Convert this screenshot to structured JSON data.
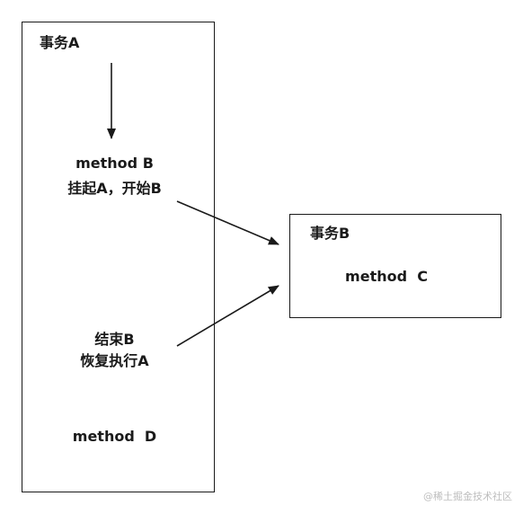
{
  "transaction_a": {
    "title": "事务A",
    "method_b": "method B",
    "suspend_line": "挂起A，开始B",
    "end_b": "结束B",
    "resume_line": "恢复执行A",
    "method_d": "method  D"
  },
  "transaction_b": {
    "title": "事务B",
    "method_c": "method  C"
  },
  "watermark": "@稀土掘金技术社区",
  "colors": {
    "stroke": "#1a1a1a",
    "background": "#ffffff",
    "watermark": "#bdbdbd"
  }
}
